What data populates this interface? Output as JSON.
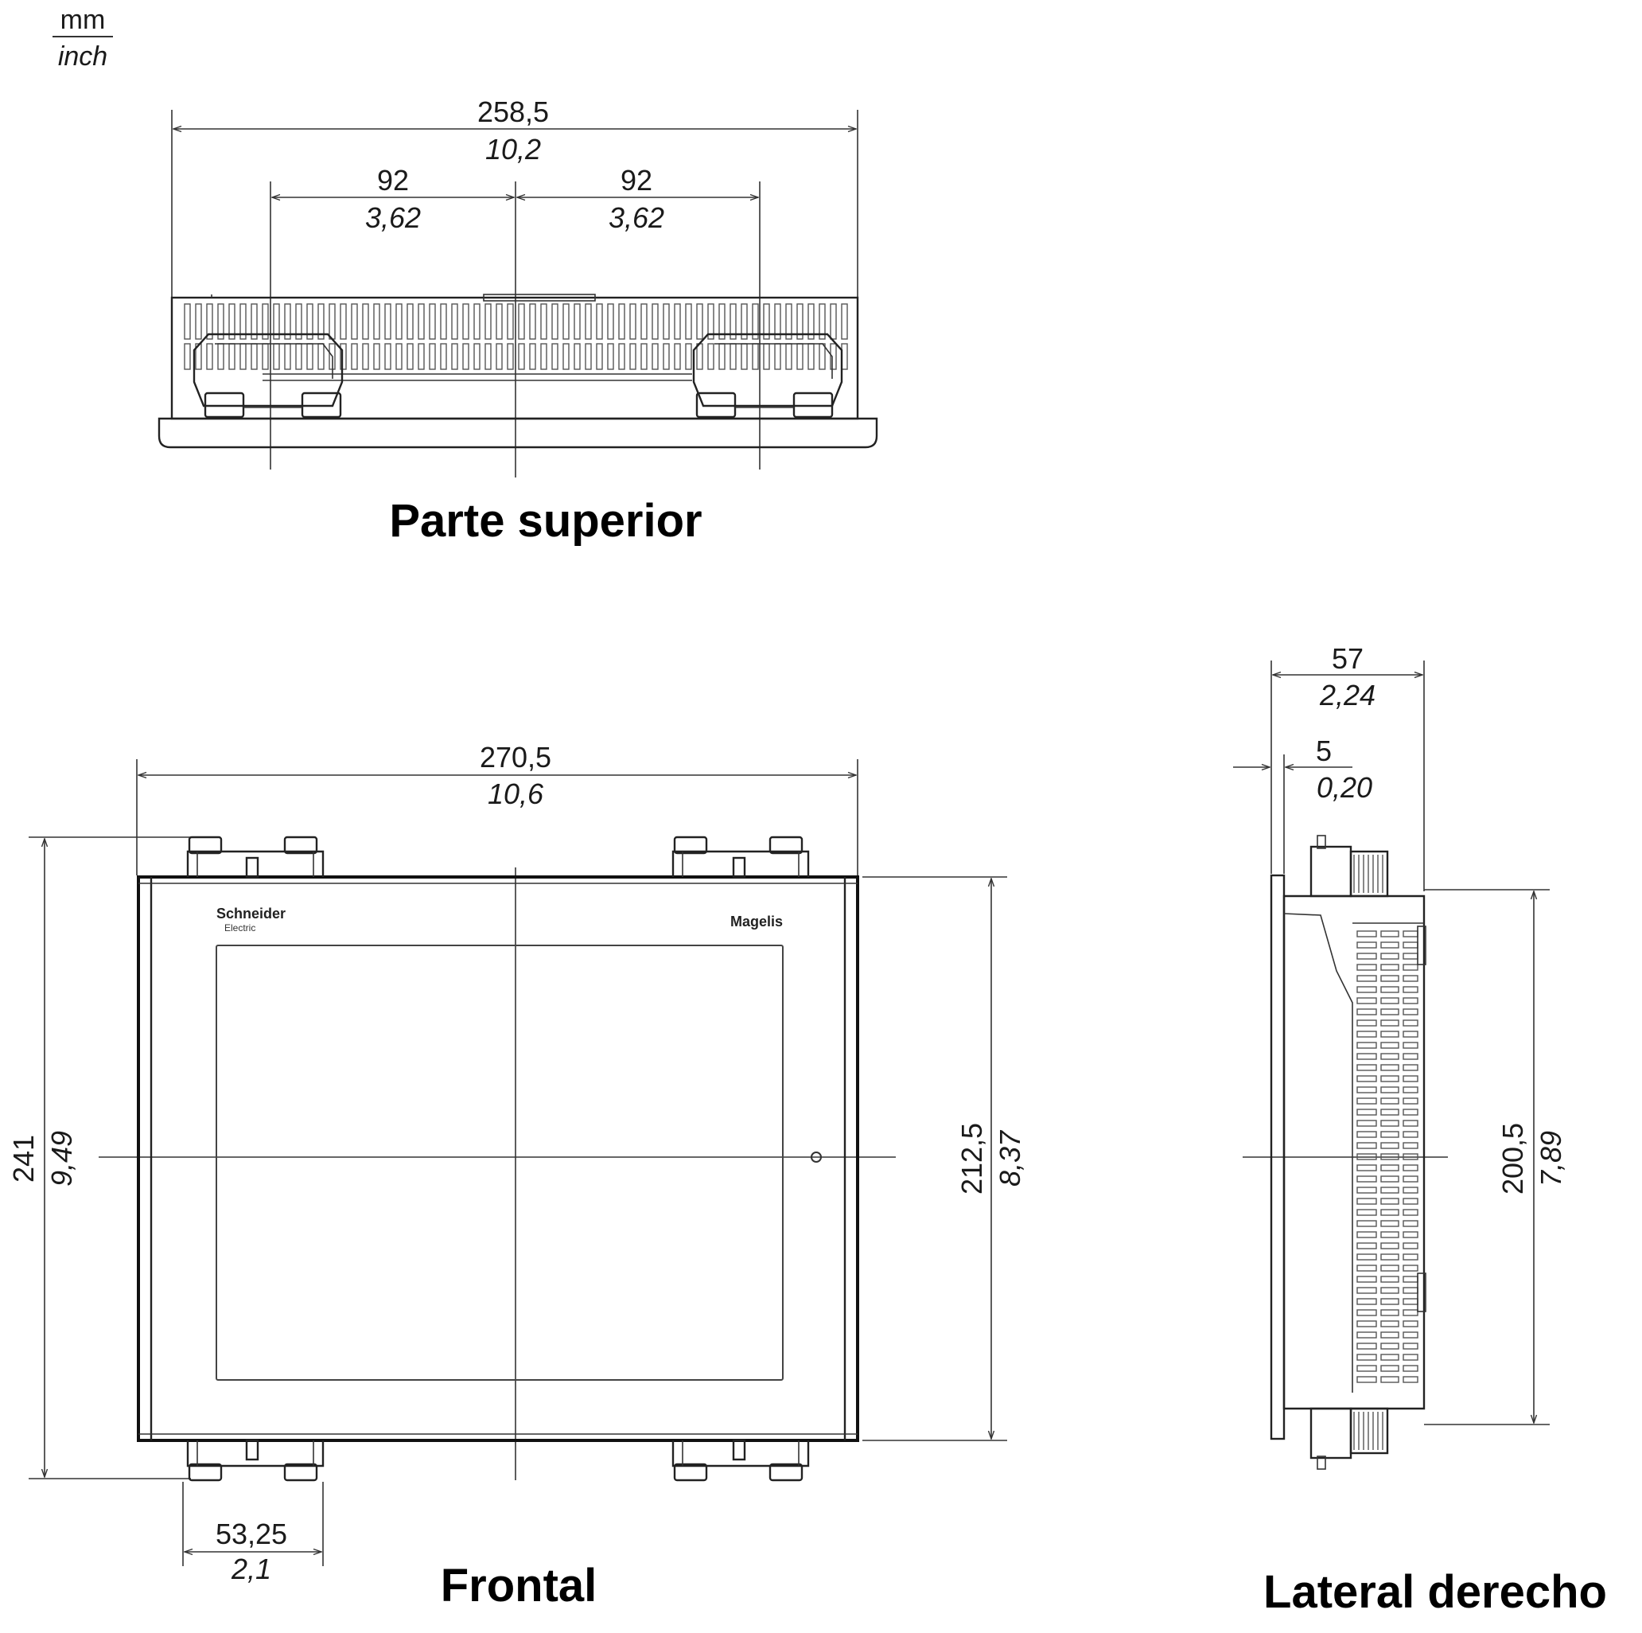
{
  "units": {
    "top": "mm",
    "bottom": "inch"
  },
  "views": {
    "top": {
      "title": "Parte superior",
      "dims": {
        "overall": {
          "mm": "258,5",
          "inch": "10,2"
        },
        "left_half": {
          "mm": "92",
          "inch": "3,62"
        },
        "right_half": {
          "mm": "92",
          "inch": "3,62"
        }
      }
    },
    "front": {
      "title": "Frontal",
      "brand": {
        "line1": "Schneider",
        "line2": "Electric",
        "product": "Magelis"
      },
      "dims": {
        "width": {
          "mm": "270,5",
          "inch": "10,6"
        },
        "height": {
          "mm": "241",
          "inch": "9,49"
        },
        "inner_height": {
          "mm": "212,5",
          "inch": "8,37"
        },
        "clip_offset": {
          "mm": "53,25",
          "inch": "2,1"
        }
      }
    },
    "side": {
      "title": "Lateral derecho",
      "dims": {
        "depth": {
          "mm": "57",
          "inch": "2,24"
        },
        "bezel": {
          "mm": "5",
          "inch": "0,20"
        },
        "height": {
          "mm": "200,5",
          "inch": "7,89"
        }
      }
    }
  },
  "colors": {
    "line": "#222222",
    "background": "#ffffff"
  }
}
